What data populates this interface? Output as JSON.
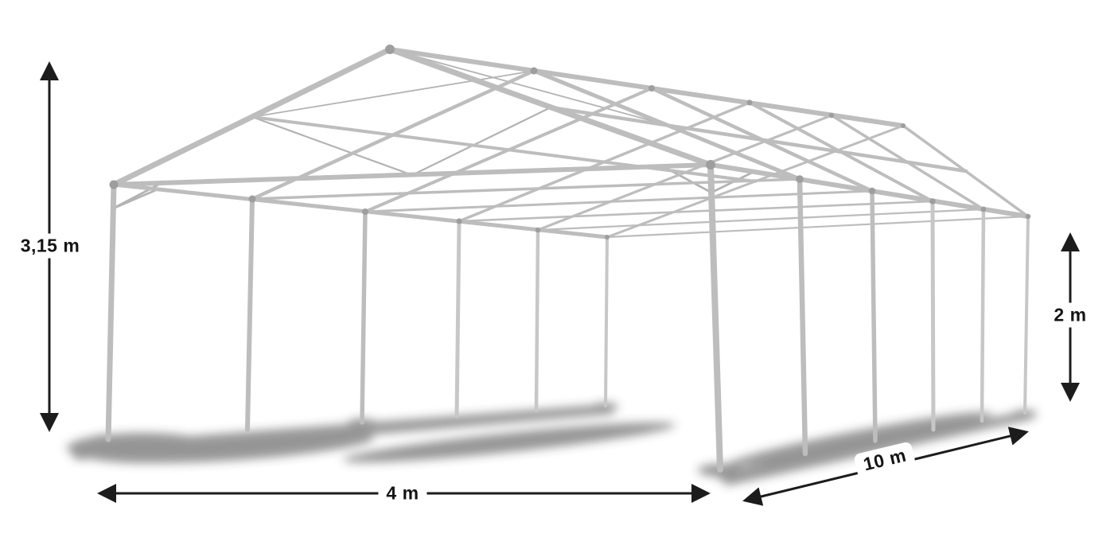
{
  "diagram": {
    "dimensions": {
      "total_height": {
        "label": "3,15 m"
      },
      "side_height": {
        "label": "2 m"
      },
      "width": {
        "label": "4 m"
      },
      "length": {
        "label": "10 m"
      }
    },
    "colors": {
      "background": "#ffffff",
      "frame": "#bdbdbd",
      "frame_far": "#c7c7c7",
      "frame_joint": "#9e9e9e",
      "brace": "#b3b3b3",
      "shadow": "#2f2f2f",
      "arrow": "#1c1c1c",
      "label_text": "#141414",
      "label_bg": "#ffffff"
    }
  }
}
